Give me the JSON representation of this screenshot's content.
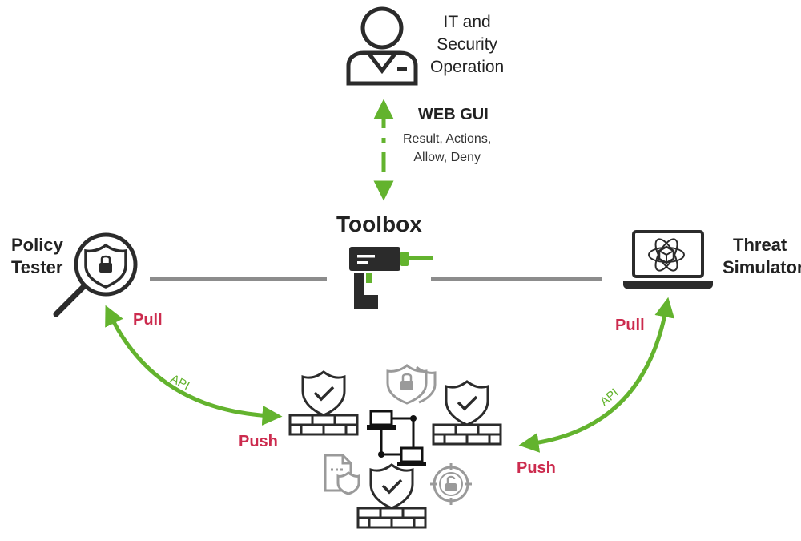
{
  "colors": {
    "accent_green": "#63b32e",
    "pull_push_red": "#cc2b4e",
    "connector_gray": "#8c8c8c",
    "icon_dark": "#2b2b2b",
    "icon_light": "#9a9a9a"
  },
  "operator": {
    "label_lines": [
      "IT and",
      "Security",
      "Operation"
    ],
    "icon": "person-icon"
  },
  "web_gui": {
    "title": "WEB GUI",
    "subtitle_lines": [
      "Result, Actions,",
      "Allow, Deny"
    ]
  },
  "toolbox": {
    "title": "Toolbox",
    "icon": "drill-icon"
  },
  "policy_tester": {
    "label_lines": [
      "Policy",
      "Tester"
    ],
    "icon": "magnifier-shield-icon",
    "pull": "Pull",
    "push": "Push",
    "api": "API"
  },
  "threat_simulator": {
    "label_lines": [
      "Threat",
      "Simulator"
    ],
    "icon": "laptop-icon",
    "pull": "Pull",
    "push": "Push",
    "api": "API"
  },
  "network_cluster": {
    "icons": [
      "firewall-icon",
      "shield-lock-icon",
      "firewall-icon",
      "network-icon",
      "document-shield-icon",
      "target-lock-icon",
      "firewall-icon"
    ]
  }
}
